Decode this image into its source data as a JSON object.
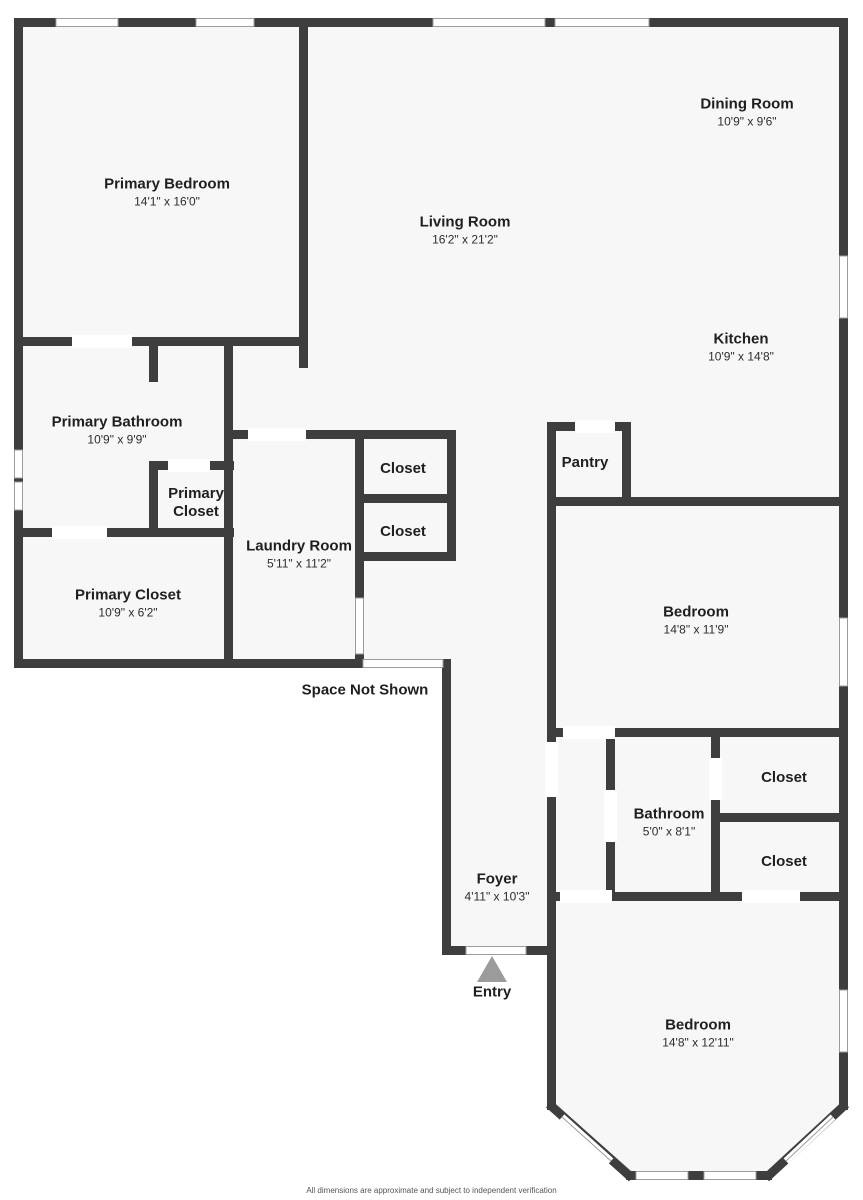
{
  "colors": {
    "wall": "#3E3E3E",
    "floor": "#F7F7F7",
    "text_primary": "#1F1F1F",
    "text_secondary": "#2D2D2D",
    "entry_arrow": "#9B9B9B",
    "window_frame": "#9C9C9C"
  },
  "labels": {
    "space_not_shown": "Space Not Shown",
    "entry": "Entry"
  },
  "rooms": [
    {
      "name": "Primary Bedroom",
      "dims": "14'1\" x 16'0\""
    },
    {
      "name": "Dining Room",
      "dims": "10'9\" x 9'6\""
    },
    {
      "name": "Living Room",
      "dims": "16'2\" x 21'2\""
    },
    {
      "name": "Kitchen",
      "dims": "10'9\" x 14'8\""
    },
    {
      "name": "Primary Bathroom",
      "dims": "10'9\" x 9'9\""
    },
    {
      "name": "Pantry",
      "dims": ""
    },
    {
      "name": "Closet",
      "dims": ""
    },
    {
      "name": "Primary Closet",
      "dims": ""
    },
    {
      "name": "Closet",
      "dims": ""
    },
    {
      "name": "Laundry Room",
      "dims": "5'11\" x 11'2\""
    },
    {
      "name": "Primary Closet",
      "dims": "10'9\" x 6'2\""
    },
    {
      "name": "Bedroom",
      "dims": "14'8\" x 11'9\""
    },
    {
      "name": "Closet",
      "dims": ""
    },
    {
      "name": "Bathroom",
      "dims": "5'0\" x 8'1\""
    },
    {
      "name": "Closet",
      "dims": ""
    },
    {
      "name": "Foyer",
      "dims": "4'11\" x 10'3\""
    },
    {
      "name": "Bedroom",
      "dims": "14'8\" x 12'11\""
    }
  ],
  "footer": {
    "disclaimer": "All dimensions are approximate and subject to independent verification"
  }
}
